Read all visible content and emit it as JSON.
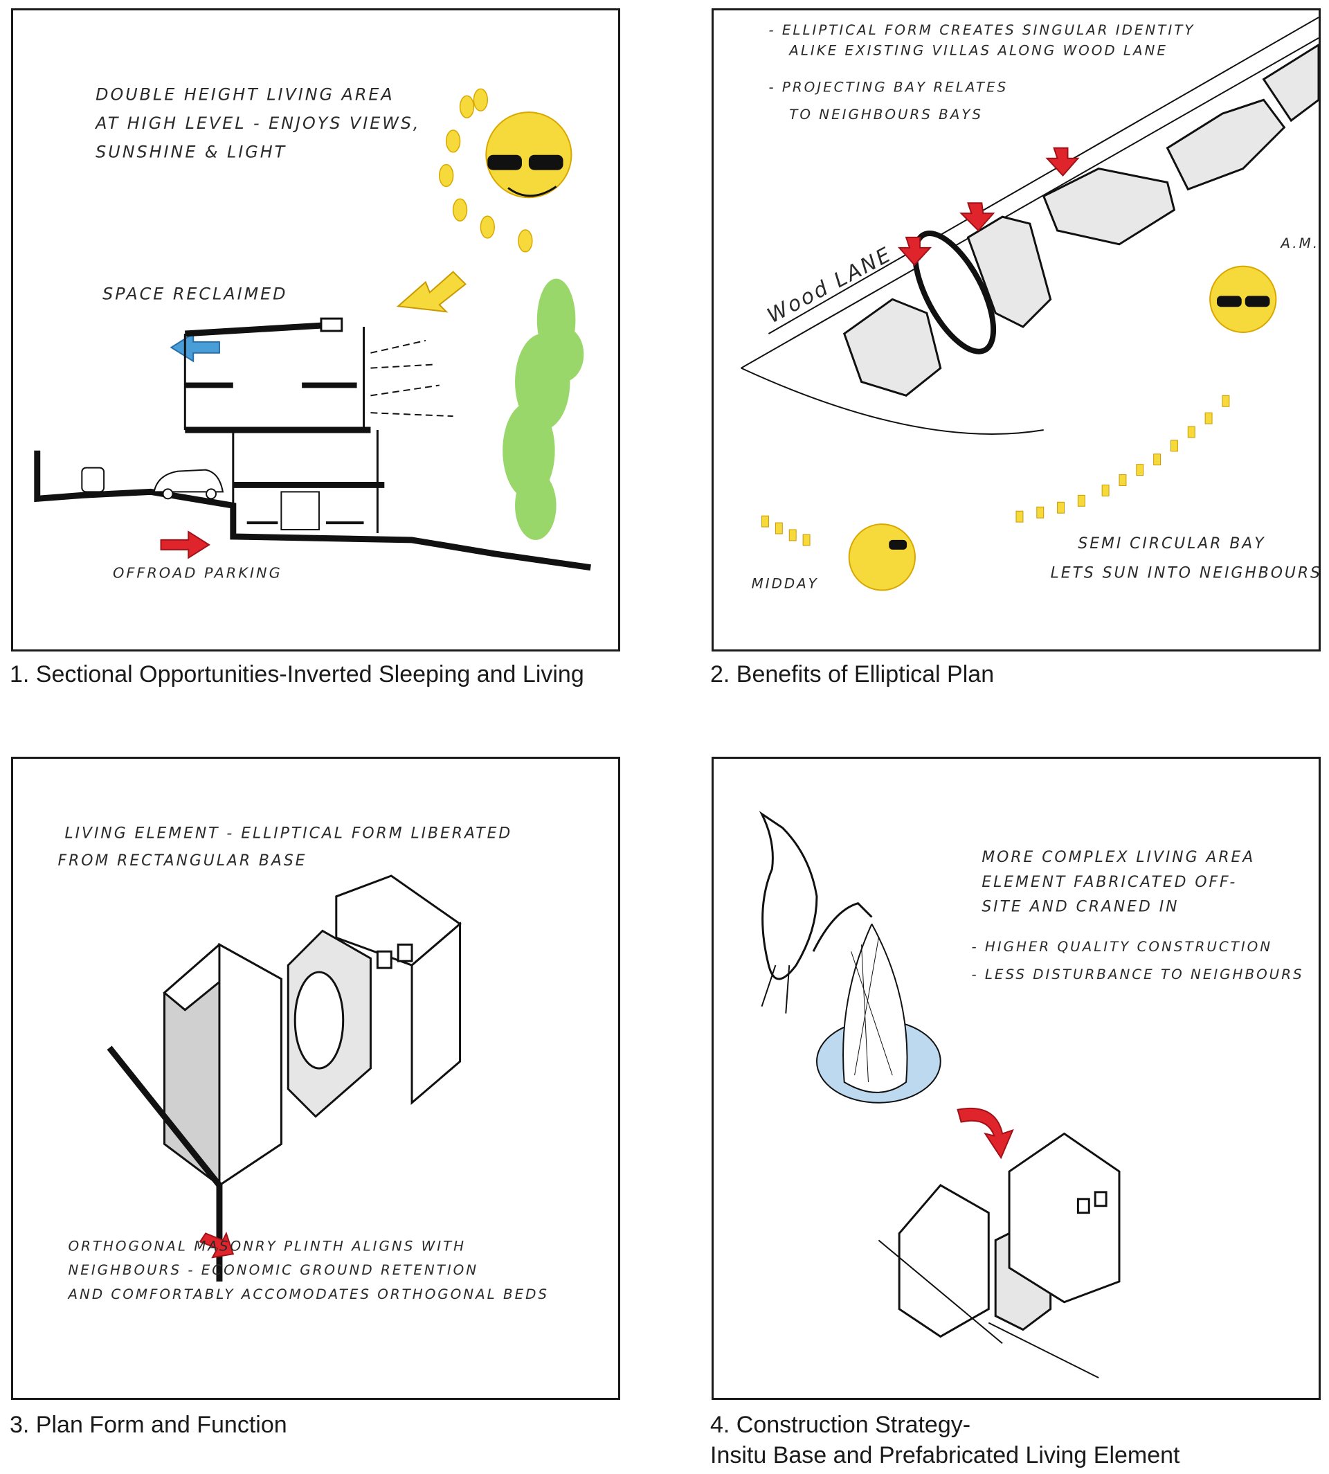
{
  "panels": [
    {
      "caption": "1. Sectional Opportunities-Inverted Sleeping and Living",
      "notes": {
        "line1": "DOUBLE HEIGHT LIVING AREA",
        "line2": "AT HIGH LEVEL - ENJOYS VIEWS,",
        "line3": "SUNSHINE & LIGHT",
        "space": "SPACE RECLAIMED",
        "parking": "OFFROAD PARKING"
      }
    },
    {
      "caption": "2. Benefits of Elliptical Plan",
      "notes": {
        "line1": "- ELLIPTICAL FORM CREATES SINGULAR IDENTITY",
        "line2": "ALIKE EXISTING VILLAS ALONG WOOD LANE",
        "line3": "- PROJECTING BAY RELATES",
        "line4": "TO NEIGHBOURS BAYS",
        "road": "Wood LANE",
        "am": "A.M.",
        "midday": "MIDDAY",
        "bay1": "SEMI CIRCULAR BAY",
        "bay2": "LETS SUN INTO NEIGHBOURS"
      }
    },
    {
      "caption": "3. Plan Form and Function",
      "notes": {
        "top1": "LIVING ELEMENT - ELLIPTICAL FORM LIBERATED",
        "top2": "FROM RECTANGULAR BASE",
        "bot1": "ORTHOGONAL MASONRY PLINTH ALIGNS WITH",
        "bot2": "NEIGHBOURS - ECONOMIC GROUND RETENTION",
        "bot3": "AND COMFORTABLY ACCOMODATES ORTHOGONAL BEDS"
      }
    },
    {
      "caption": "4. Construction Strategy-",
      "caption2": "Insitu Base and Prefabricated Living Element",
      "notes": {
        "l1": "MORE COMPLEX LIVING AREA",
        "l2": "ELEMENT FABRICATED OFF-",
        "l3": "SITE AND CRANED IN",
        "l4": "- HIGHER QUALITY CONSTRUCTION",
        "l5": "- LESS DISTURBANCE TO NEIGHBOURS"
      }
    }
  ],
  "colors": {
    "sun": "#f6d93a",
    "arrow_red": "#e0242c",
    "arrow_blue": "#4a9ed8",
    "tree": "#8fd35a",
    "pod_blue": "#bcd9ef"
  },
  "icons": [
    "sun-with-sunglasses-icon",
    "stork-icon",
    "tree-icon",
    "car-icon"
  ]
}
